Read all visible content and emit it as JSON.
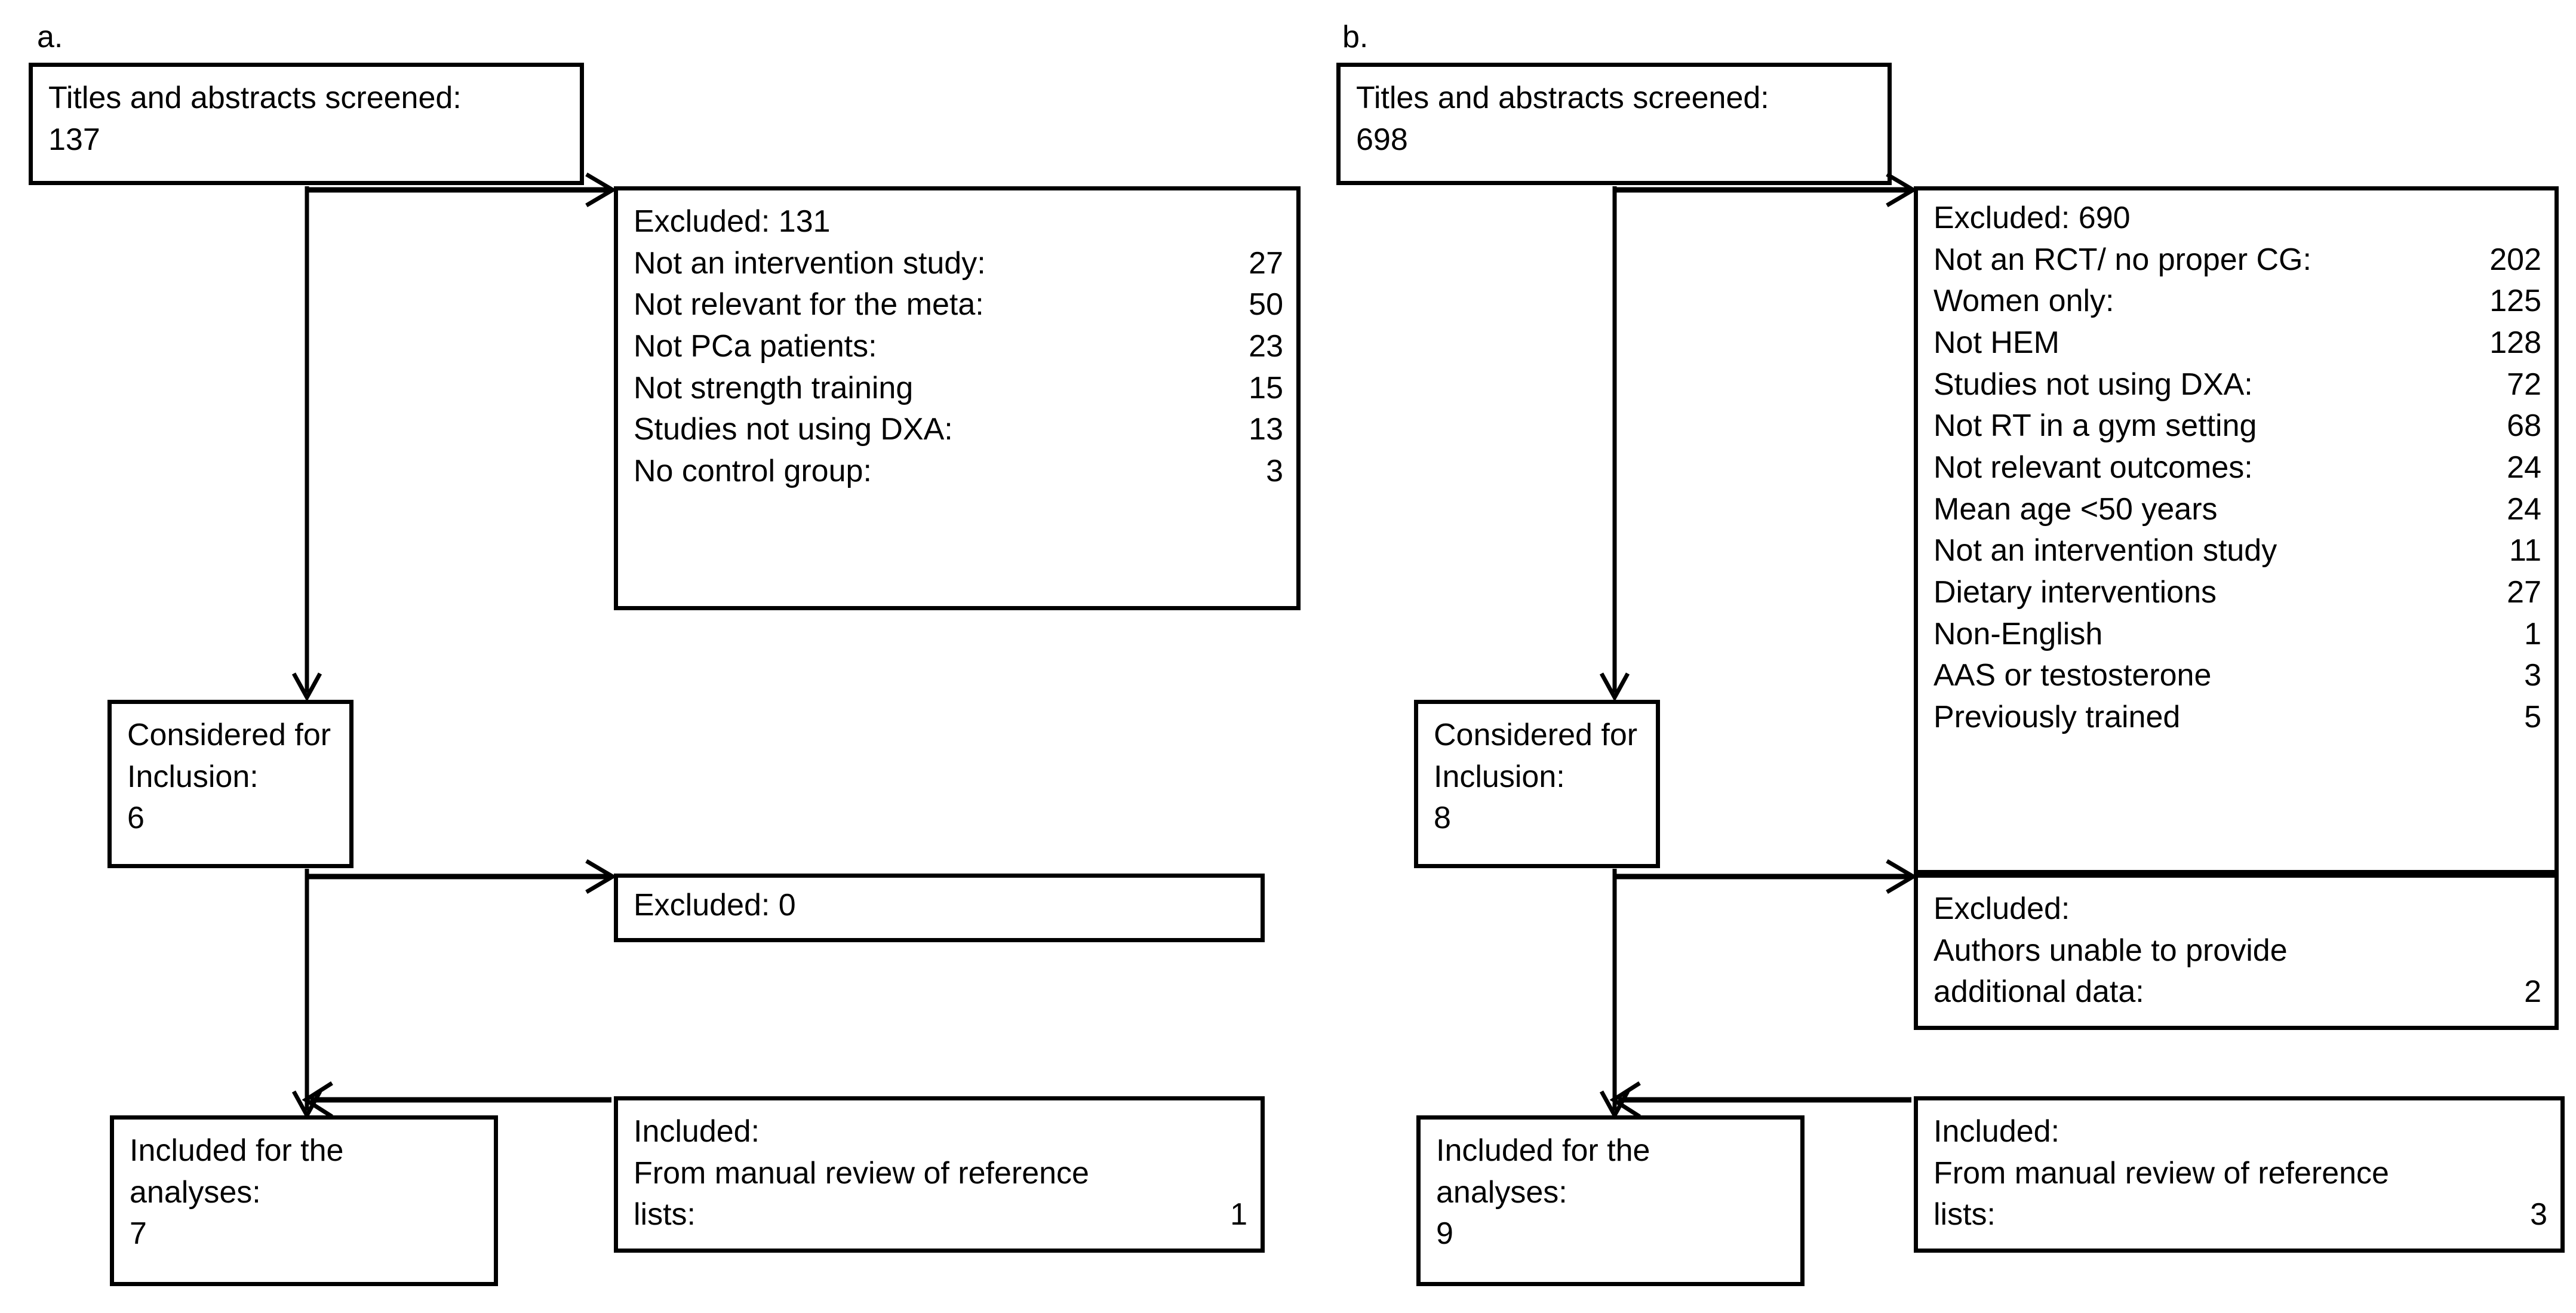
{
  "figure": {
    "type": "flowchart",
    "panels": [
      {
        "id": "a",
        "label": "a.",
        "screened": {
          "title": "Titles and abstracts screened:",
          "count": "137"
        },
        "excluded_stage1": {
          "header": "Excluded: 131",
          "reasons": [
            {
              "label": "Not an intervention study:",
              "count": "27"
            },
            {
              "label": "Not relevant for the meta:",
              "count": "50"
            },
            {
              "label": "Not PCa patients:",
              "count": "23"
            },
            {
              "label": "Not strength training",
              "count": "15"
            },
            {
              "label": "Studies not using DXA:",
              "count": "13"
            },
            {
              "label": "No control group:",
              "count": "3"
            }
          ]
        },
        "considered": {
          "line1": "Considered for",
          "line2": "Inclusion:",
          "count": "6"
        },
        "excluded_stage2": {
          "header": "Excluded: 0"
        },
        "included": {
          "line1": "Included for the",
          "line2": "analyses:",
          "count": "7"
        },
        "manual": {
          "line1": "Included:",
          "line2": "From manual review of reference",
          "line3_label": "lists:",
          "line3_count": "1"
        }
      },
      {
        "id": "b",
        "label": "b.",
        "screened": {
          "title": "Titles and abstracts screened:",
          "count": "698"
        },
        "excluded_stage1": {
          "header": "Excluded: 690",
          "reasons": [
            {
              "label": "Not an RCT/ no proper CG:",
              "count": "202"
            },
            {
              "label": "Women only:",
              "count": "125"
            },
            {
              "label": "Not HEM",
              "count": "128"
            },
            {
              "label": "Studies not using DXA:",
              "count": "72"
            },
            {
              "label": "Not RT in a gym setting",
              "count": "68"
            },
            {
              "label": "Not relevant outcomes:",
              "count": "24"
            },
            {
              "label": "Mean age <50 years",
              "count": "24"
            },
            {
              "label": "Not an intervention study",
              "count": "11"
            },
            {
              "label": "Dietary interventions",
              "count": "27"
            },
            {
              "label": "Non-English",
              "count": "1"
            },
            {
              "label": "AAS or testosterone",
              "count": "3"
            },
            {
              "label": "Previously trained",
              "count": "5"
            }
          ]
        },
        "considered": {
          "line1": "Considered for",
          "line2": "Inclusion:",
          "count": "8"
        },
        "excluded_stage2": {
          "line1": "Excluded:",
          "line2": "Authors unable to provide",
          "line3_label": "additional data:",
          "line3_count": "2"
        },
        "included": {
          "line1": "Included for the",
          "line2": "analyses:",
          "count": "9"
        },
        "manual": {
          "line1": "Included:",
          "line2": "From manual review of reference",
          "line3_label": "lists:",
          "line3_count": "3"
        }
      }
    ]
  },
  "colors": {
    "stroke": "#000000",
    "background": "#ffffff",
    "text": "#000000"
  }
}
